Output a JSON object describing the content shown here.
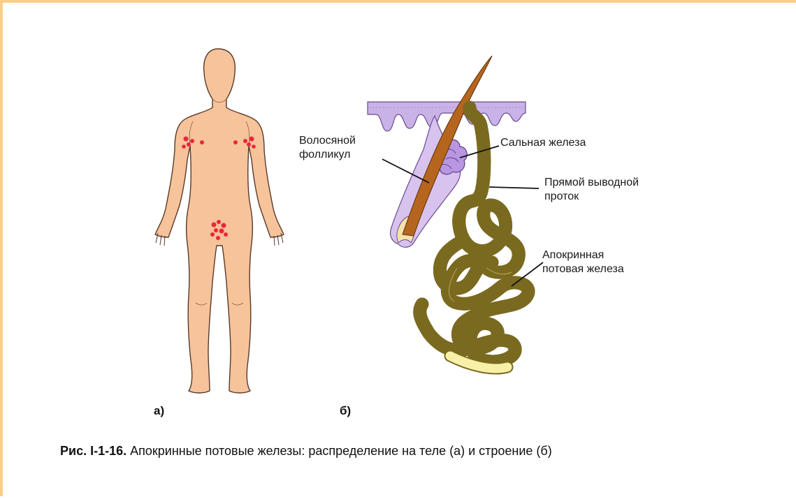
{
  "labels": {
    "hair_follicle": "Волосяной\nфолликул",
    "sebaceous_gland": "Сальная железа",
    "straight_duct": "Прямой выводной\nпроток",
    "apocrine_gland": "Апокринная\nпотовая железа"
  },
  "panels": {
    "a": "а)",
    "b": "б)"
  },
  "caption": {
    "number": "Рис. I-1-16.",
    "text": " Апокринные потовые железы: распределение на теле (а) и строение (б)"
  },
  "colors": {
    "frame": "#f6cf8a",
    "skin": "#f6c39a",
    "gland_dots": "#e8283a",
    "epidermis": "#c9b2e6",
    "gland_tube": "#f8f0a8",
    "hair": "#b5651d"
  }
}
